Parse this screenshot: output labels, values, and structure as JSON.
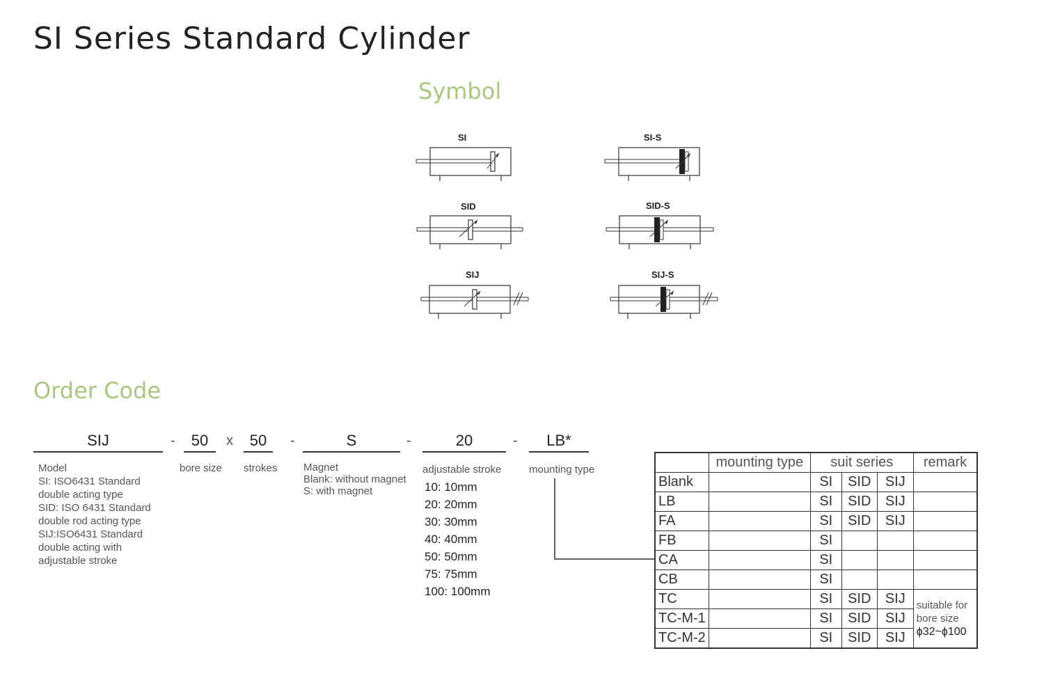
{
  "page_title": "SI Series Standard Cylinder",
  "symbol_heading": "Symbol",
  "symbols": [
    "SI",
    "SI-S",
    "SID",
    "SID-S",
    "SIJ",
    "SIJ-S"
  ],
  "order_heading": "Order Code",
  "order_code": {
    "model": "SIJ",
    "bore": "50",
    "times": "x",
    "stroke": "50",
    "magnet": "S",
    "adjustable": "20",
    "mounting": "LB*",
    "dash": "-"
  },
  "descriptions": {
    "model_lines": [
      "Model",
      "SI: ISO6431 Standard",
      "double acting type",
      "SID: ISO 6431 Standard",
      "double rod acting type",
      "SIJ:ISO6431 Standard",
      "double acting with",
      "adjustable stroke"
    ],
    "bore": "bore size",
    "strokes": "strokes",
    "magnet_lines": [
      "Magnet",
      "Blank: without magnet",
      "S: with magnet"
    ],
    "adjustable_title": "adjustable stroke",
    "adjustable_options": [
      "10: 10mm",
      "20: 20mm",
      "30: 30mm",
      "40: 40mm",
      "50: 50mm",
      "75: 75mm",
      "100: 100mm"
    ],
    "mounting": "mounting type"
  },
  "mounting_table": {
    "headers": [
      "",
      "mounting type",
      "suit series",
      "remark"
    ],
    "rows": [
      [
        "Blank",
        "SI",
        "SID",
        "SIJ"
      ],
      [
        "LB",
        "SI",
        "SID",
        "SIJ"
      ],
      [
        "FA",
        "SI",
        "SID",
        "SIJ"
      ],
      [
        "FB",
        "SI",
        "",
        ""
      ],
      [
        "CA",
        "SI",
        "",
        ""
      ],
      [
        "CB",
        "SI",
        "",
        ""
      ],
      [
        "TC",
        "SI",
        "SID",
        "SIJ"
      ],
      [
        "TC-M-1",
        "SI",
        "SID",
        "SIJ"
      ],
      [
        "TC-M-2",
        "SI",
        "SID",
        "SIJ"
      ]
    ],
    "remark_lines": [
      "suitable for",
      "bore size",
      "ϕ32~ϕ100"
    ]
  }
}
